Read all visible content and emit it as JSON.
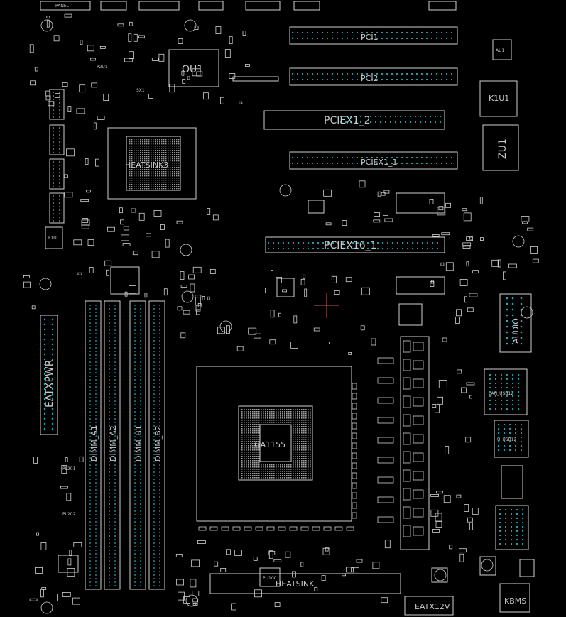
{
  "colors": {
    "background": "#000000",
    "outline": "#d0d0d0",
    "pin": "#2aa8b8",
    "label": "#c8c8c8",
    "cross": "#c06060"
  },
  "labels": {
    "panel": "PANEL",
    "pci1": "PCI1",
    "pci2": "PCI2",
    "pcie_x1_2": "PCIEX1_2",
    "pcie_x1_1": "PCIEX1_1",
    "pcie_x16_1": "PCIEX16_1",
    "heatsink3": "HEATSINK3",
    "ou1": "OU1",
    "k1u1": "K1U1",
    "zu1": "ZU1",
    "au1": "AU1",
    "eatxpwr": "EATXPWR",
    "lga1155": "LGA1155",
    "dimm_a1": "DIMM_A1",
    "dimm_a2": "DIMM_A2",
    "dimm_b1": "DIMM_B1",
    "dimm_b2": "DIMM_B2",
    "audio": "AUDIO",
    "lan_usb12": "LAN_USB12",
    "usb_e12": "U_USB12",
    "eatx12v": "EATX12V",
    "kbms": "KBMS",
    "heatsink": "HEATSINK",
    "sx1": "SX1",
    "f1u1": "F1U1",
    "p2u1": "P2U1",
    "pu100": "PU100",
    "pl201": "PL201",
    "pl202": "PL202"
  }
}
